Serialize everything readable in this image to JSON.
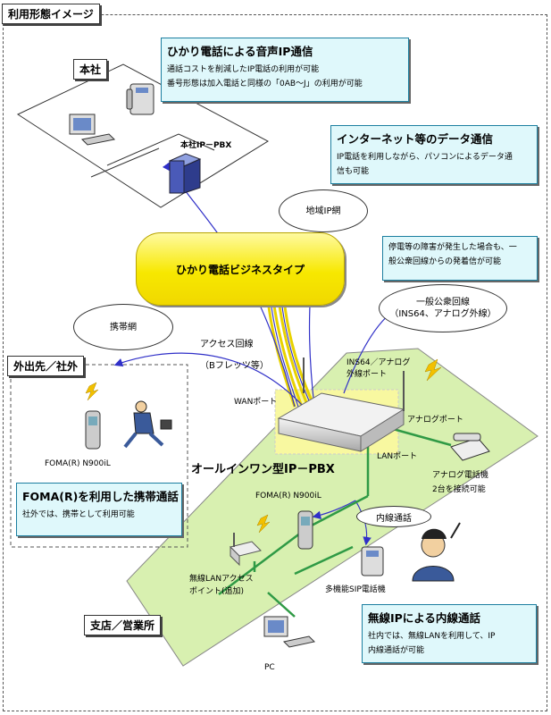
{
  "header": {
    "title": "利用形態イメージ"
  },
  "areas": {
    "head_office": "本社",
    "outside": "外出先／社外",
    "branch": "支店／営業所"
  },
  "callouts": [
    {
      "title": "ひかり電話による音声IP通信",
      "lines": [
        "通話コストを削減したIP電話の利用が可能",
        "番号形態は加入電話と同様の「0AB～J」の利用が可能"
      ]
    },
    {
      "title": "インターネット等のデータ通信",
      "lines": [
        "IP電話を利用しながら、パソコンによるデータ通",
        "信も可能"
      ]
    },
    {
      "title": "",
      "lines": [
        "停電等の障害が発生した場合も、一",
        "般公衆回線からの発着信が可能"
      ]
    },
    {
      "title": "FOMA(R)を利用した携帯通話",
      "lines": [
        "社外では、携帯として利用可能"
      ]
    },
    {
      "title": "無線IPによる内線通話",
      "lines": [
        "社内では、無線LANを利用して、IP",
        "内線通話が可能"
      ]
    }
  ],
  "networks": {
    "cloud": "ひかり電話ビジネスタイプ",
    "regional_ip": "地域IP網",
    "mobile": "携帯網",
    "public_line_1": "一般公衆回線",
    "public_line_2": "（INS64、アナログ外線）"
  },
  "labels": {
    "hq_pbx": "本社IP－PBX",
    "access_line": "アクセス回線",
    "access_line_sub": "（Bフレッツ等）",
    "wan_port": "WANポート",
    "ins_port_1": "INS64／アナログ",
    "ins_port_2": "外線ポート",
    "analog_port": "アナログポート",
    "lan_port": "LANポート",
    "pbx_name": "オールインワン型IP－PBX",
    "foma_outside": "FOMA(R) N900iL",
    "foma_branch": "FOMA(R) N900iL",
    "analog_phone_1": "アナログ電話機",
    "analog_phone_2": "2台を接続可能",
    "extension_call": "内線通話",
    "wlan_ap_1": "無線LANアクセス",
    "wlan_ap_2": "ポイント(追加)",
    "sip_phone": "多機能SIP電話機",
    "pc": "PC"
  }
}
